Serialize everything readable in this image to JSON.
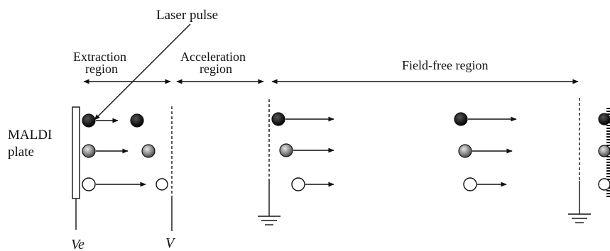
{
  "labels": {
    "laser_pulse": "Laser pulse",
    "extraction_line1": "Extraction",
    "extraction_line2": "region",
    "acceleration_line1": "Acceleration",
    "acceleration_line2": "region",
    "field_free": "Field-free region",
    "maldi_line1": "MALDI",
    "maldi_line2": "plate",
    "ve": "Ve",
    "v": "V"
  },
  "particle_types": [
    "black",
    "grey",
    "white"
  ],
  "colors": {
    "ink": "#111111",
    "ion_black": "#111111",
    "ion_grey": "#8a8a8a",
    "ion_white": "#ffffff"
  }
}
